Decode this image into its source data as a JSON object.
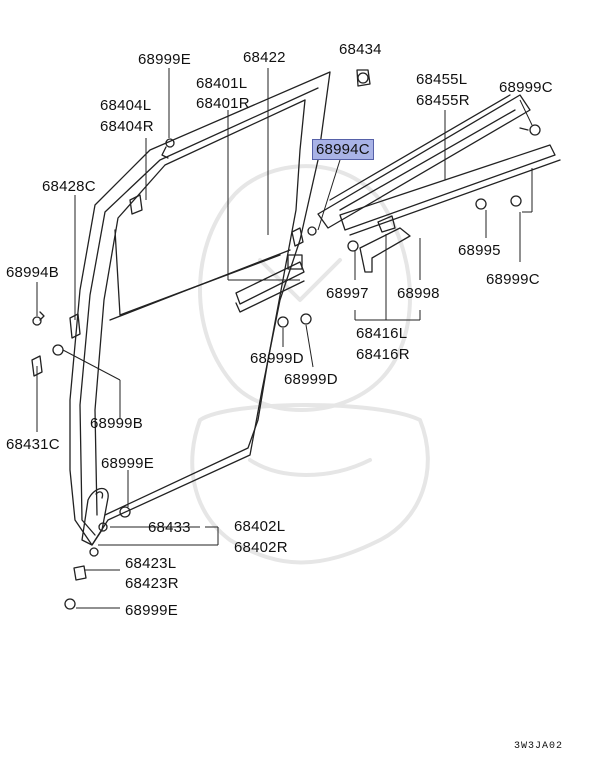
{
  "diagram_code": "3W3JA02",
  "labels": {
    "p68999E_top": "68999E",
    "p68422": "68422",
    "p68434": "68434",
    "p68401L": "68401L",
    "p68401R": "68401R",
    "p68455L": "68455L",
    "p68455R": "68455R",
    "p68999C_top": "68999C",
    "p68404L": "68404L",
    "p68404R": "68404R",
    "p68994C": "68994C",
    "p68428C": "68428C",
    "p68995": "68995",
    "p68999C_mid": "68999C",
    "p68994B": "68994B",
    "p68997": "68997",
    "p68998": "68998",
    "p68416L": "68416L",
    "p68416R": "68416R",
    "p68999D_a": "68999D",
    "p68999D_b": "68999D",
    "p68999B": "68999B",
    "p68431C": "68431C",
    "p68999E_mid": "68999E",
    "p68433": "68433",
    "p68402L": "68402L",
    "p68402R": "68402R",
    "p68423L": "68423L",
    "p68423R": "68423R",
    "p68999E_bot": "68999E"
  },
  "highlight_color": "#a9b3e6"
}
